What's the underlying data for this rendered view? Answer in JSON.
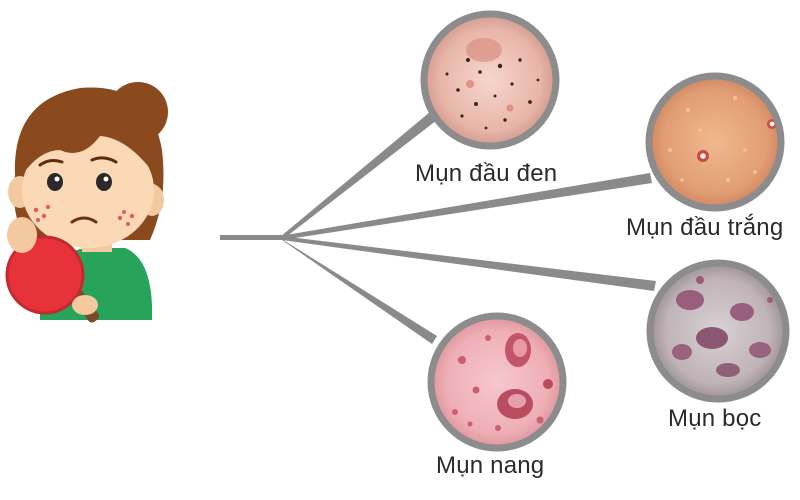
{
  "diagram": {
    "acne_types": [
      {
        "label": "Mụn đầu đen"
      },
      {
        "label": "Mụn đầu trắng"
      },
      {
        "label": "Mụn nang"
      },
      {
        "label": "Mụn bọc"
      }
    ]
  },
  "colors": {
    "connector": "#8a8a8a",
    "circle_border": "#8c8c8c",
    "hair": "#8b4a1e",
    "skin": "#fbd9b6",
    "mirror": "#e8323a",
    "shirt": "#27a35a",
    "skin_blackhead": "#e7b3a6",
    "skin_whitehead": "#e3a07a",
    "skin_cyst": "#eeb4b8",
    "skin_nodule": "#c4bcc0"
  },
  "icons": [
    "worried-girl-illustration",
    "hand-mirror-icon"
  ]
}
